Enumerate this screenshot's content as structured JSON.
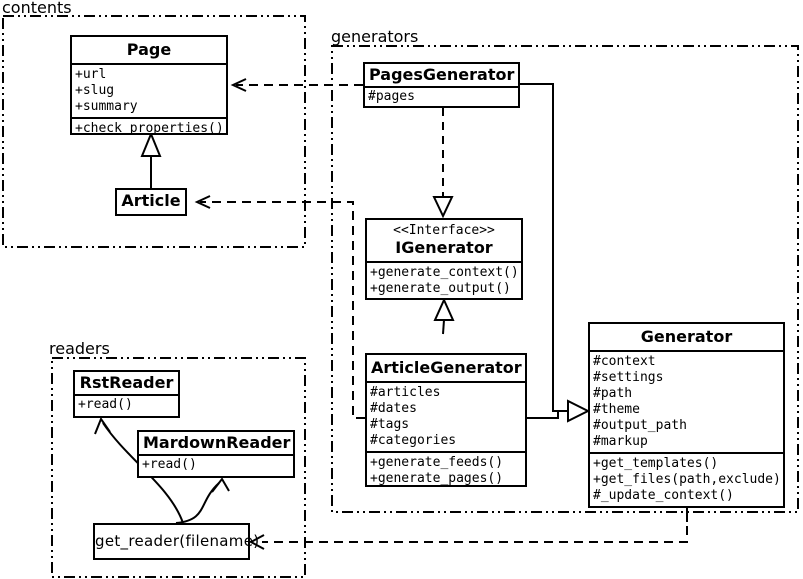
{
  "colors": {
    "stroke": "#000000",
    "background": "#ffffff"
  },
  "packages": {
    "contents": {
      "label": "contents"
    },
    "generators": {
      "label": "generators"
    },
    "readers": {
      "label": "readers"
    }
  },
  "classes": {
    "page": {
      "name": "Page",
      "attributes": [
        "+url",
        "+slug",
        "+summary"
      ],
      "methods": [
        "+check_properties()"
      ]
    },
    "article": {
      "name": "Article"
    },
    "pages_generator": {
      "name": "PagesGenerator",
      "attributes": [
        "#pages"
      ]
    },
    "igenerator": {
      "stereotype": "<<Interface>>",
      "name": "IGenerator",
      "methods": [
        "+generate_context()",
        "+generate_output()"
      ]
    },
    "article_generator": {
      "name": "ArticleGenerator",
      "attributes": [
        "#articles",
        "#dates",
        "#tags",
        "#categories"
      ],
      "methods": [
        "+generate_feeds()",
        "+generate_pages()"
      ]
    },
    "generator": {
      "name": "Generator",
      "attributes": [
        "#context",
        "#settings",
        "#path",
        "#theme",
        "#output_path",
        "#markup"
      ],
      "methods": [
        "+get_templates()",
        "+get_files(path,exclude)",
        "#_update_context()"
      ]
    },
    "rst_reader": {
      "name": "RstReader",
      "methods": [
        "+read()"
      ]
    },
    "markdown_reader": {
      "name": "MardownReader",
      "methods": [
        "+read()"
      ]
    },
    "get_reader": {
      "name": "get_reader(filename)"
    }
  },
  "relationships": [
    {
      "from": "Article",
      "to": "Page",
      "type": "inheritance"
    },
    {
      "from": "PagesGenerator",
      "to": "Page",
      "type": "dependency"
    },
    {
      "from": "ArticleGenerator",
      "to": "Article",
      "type": "dependency"
    },
    {
      "from": "PagesGenerator",
      "to": "IGenerator",
      "type": "realization"
    },
    {
      "from": "ArticleGenerator",
      "to": "IGenerator",
      "type": "realization"
    },
    {
      "from": "PagesGenerator",
      "to": "Generator",
      "type": "inheritance"
    },
    {
      "from": "ArticleGenerator",
      "to": "Generator",
      "type": "inheritance"
    },
    {
      "from": "Generator",
      "to": "get_reader(filename)",
      "type": "dependency"
    },
    {
      "from": "get_reader(filename)",
      "to": "RstReader",
      "type": "association"
    },
    {
      "from": "get_reader(filename)",
      "to": "MardownReader",
      "type": "association"
    }
  ]
}
